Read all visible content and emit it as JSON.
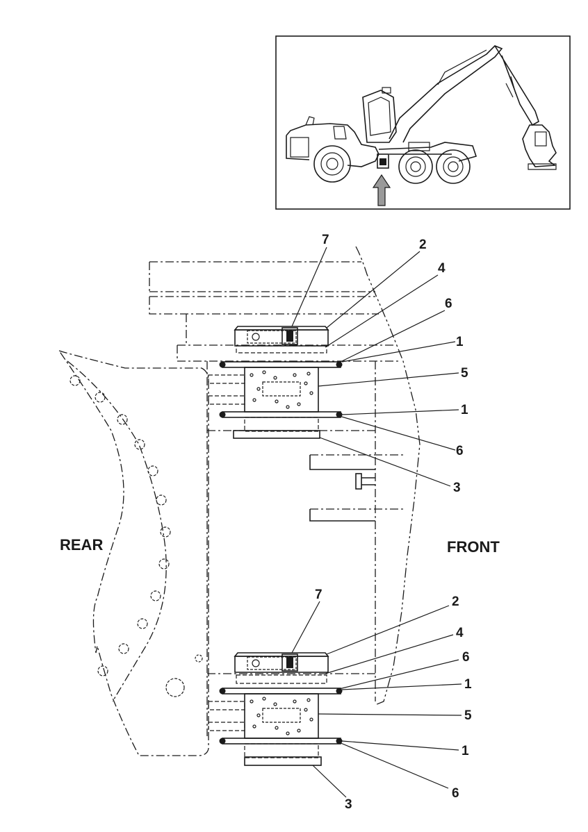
{
  "diagram": {
    "side_labels": {
      "rear": "REAR",
      "front": "FRONT"
    },
    "callouts": {
      "upper": [
        "7",
        "2",
        "4",
        "6",
        "1",
        "5",
        "1",
        "6",
        "3"
      ],
      "lower": [
        "7",
        "2",
        "4",
        "6",
        "1",
        "5",
        "1",
        "6",
        "3"
      ]
    },
    "inset": {
      "icon": "forest-harvester-icon",
      "pointer": "up-arrow-icon"
    }
  }
}
